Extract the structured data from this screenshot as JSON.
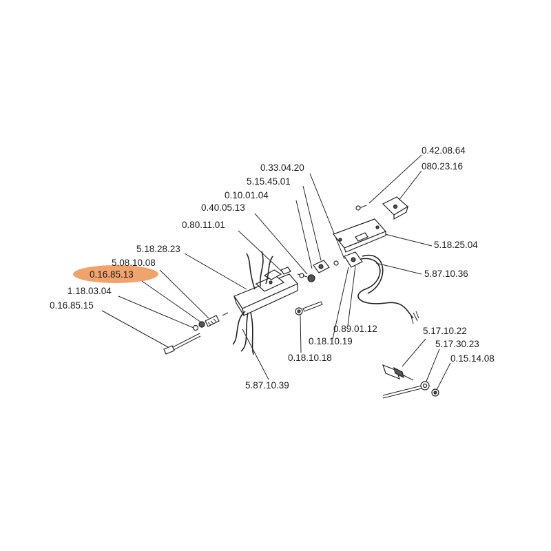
{
  "diagram": {
    "labels": [
      {
        "id": "l1",
        "text": "0.42.08.64"
      },
      {
        "id": "l2",
        "text": "080.23.16"
      },
      {
        "id": "l3",
        "text": "0.33.04.20"
      },
      {
        "id": "l4",
        "text": "5.15.45.01"
      },
      {
        "id": "l5",
        "text": "0.10.01.04"
      },
      {
        "id": "l6",
        "text": "0.40.05.13"
      },
      {
        "id": "l7",
        "text": "0.80.11.01"
      },
      {
        "id": "l8",
        "text": "5.18.28.23"
      },
      {
        "id": "l9",
        "text": "5.08.10.08"
      },
      {
        "id": "l10",
        "text": "0.16.85.13"
      },
      {
        "id": "l11",
        "text": "1.18.03.04"
      },
      {
        "id": "l12",
        "text": "0.16.85.15"
      },
      {
        "id": "l13",
        "text": "5.18.25.04"
      },
      {
        "id": "l14",
        "text": "5.87.10.36"
      },
      {
        "id": "l15",
        "text": "0.89.01.12"
      },
      {
        "id": "l16",
        "text": "0.18.10.19"
      },
      {
        "id": "l17",
        "text": "0.18.10.18"
      },
      {
        "id": "l18",
        "text": "5.87.10.39"
      },
      {
        "id": "l19",
        "text": "5.17.10.22"
      },
      {
        "id": "l20",
        "text": "5.17.30.23"
      },
      {
        "id": "l21",
        "text": "0.15.14.08"
      }
    ],
    "highlight": {
      "label_id": "l10",
      "color": "#f0a46c"
    }
  }
}
